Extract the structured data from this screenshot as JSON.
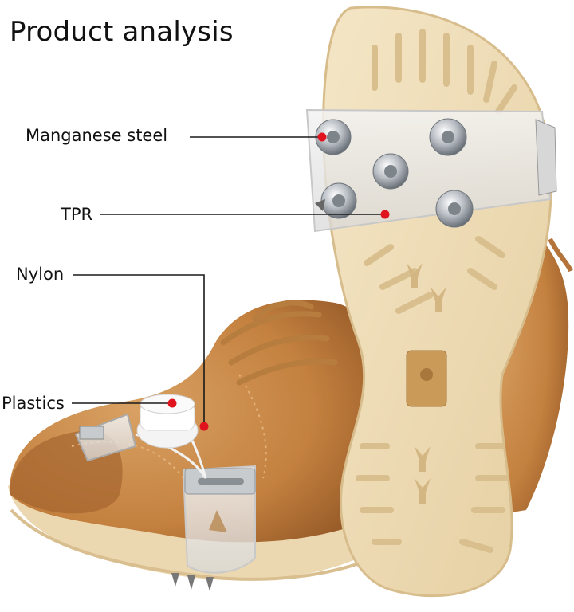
{
  "title": "Product analysis",
  "labels": {
    "manganese_steel": "Manganese steel",
    "tpr": "TPR",
    "nylon": "Nylon",
    "plastics": "Plastics"
  },
  "colors": {
    "marker": "#e0141e",
    "leader": "#1a1a1a",
    "suede": "#c98a48",
    "sole": "#efdcb5"
  }
}
